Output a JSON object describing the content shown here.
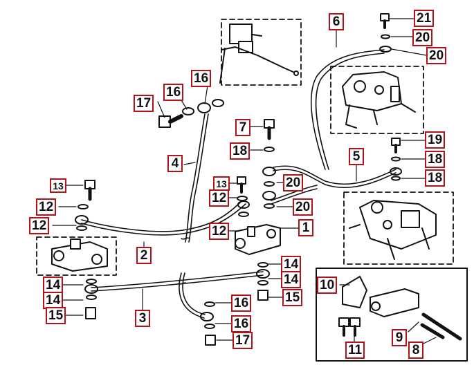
{
  "callouts": {
    "c21": "21",
    "c20a": "20",
    "c20b": "20",
    "c6": "6",
    "c16a": "16",
    "c16b": "16",
    "c17a": "17",
    "c7": "7",
    "c18a": "18",
    "c19": "19",
    "c18b": "18",
    "c18c": "18",
    "c4": "4",
    "c5": "5",
    "c13a": "13",
    "c13b": "13",
    "c12a": "12",
    "c12b": "12",
    "c12c": "12",
    "c12d": "12",
    "c20c": "20",
    "c20d": "20",
    "c1": "1",
    "c2": "2",
    "c14a": "14",
    "c14b": "14",
    "c14c": "14",
    "c14d": "14",
    "c15a": "15",
    "c15b": "15",
    "c3": "3",
    "c16c": "16",
    "c16d": "16",
    "c17b": "17",
    "c10": "10",
    "c9": "9",
    "c8": "8",
    "c11": "11"
  }
}
